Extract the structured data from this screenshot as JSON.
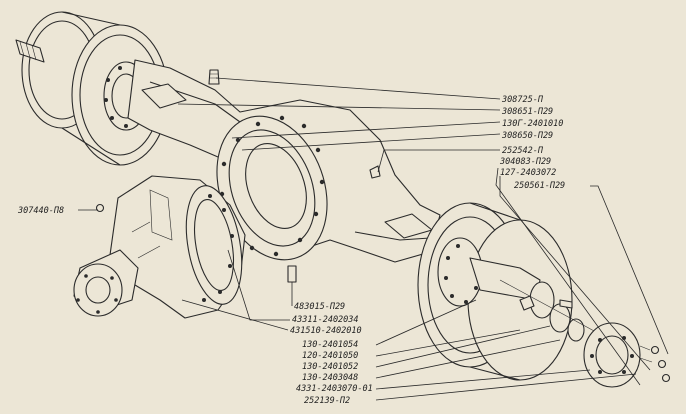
{
  "diagram": {
    "labels": [
      {
        "id": "l01",
        "text": "308725-П"
      },
      {
        "id": "l02",
        "text": "308651-П29"
      },
      {
        "id": "l03",
        "text": "130Г-2401010"
      },
      {
        "id": "l04",
        "text": "308650-П29"
      },
      {
        "id": "l05",
        "text": "252542-П"
      },
      {
        "id": "l06",
        "text": "304083-П29"
      },
      {
        "id": "l07",
        "text": "127-2403072"
      },
      {
        "id": "l08",
        "text": "250561-П29"
      },
      {
        "id": "l09",
        "text": "307440-П8"
      },
      {
        "id": "l10",
        "text": "483015-П29"
      },
      {
        "id": "l11",
        "text": "43311-2402034"
      },
      {
        "id": "l12",
        "text": "431510-2402010"
      },
      {
        "id": "l13",
        "text": "130-2401054"
      },
      {
        "id": "l14",
        "text": "120-2401050"
      },
      {
        "id": "l15",
        "text": "130-2401052"
      },
      {
        "id": "l16",
        "text": "130-2403048"
      },
      {
        "id": "l17",
        "text": "4331-2403070-01"
      },
      {
        "id": "l18",
        "text": "252139-П2"
      }
    ]
  }
}
